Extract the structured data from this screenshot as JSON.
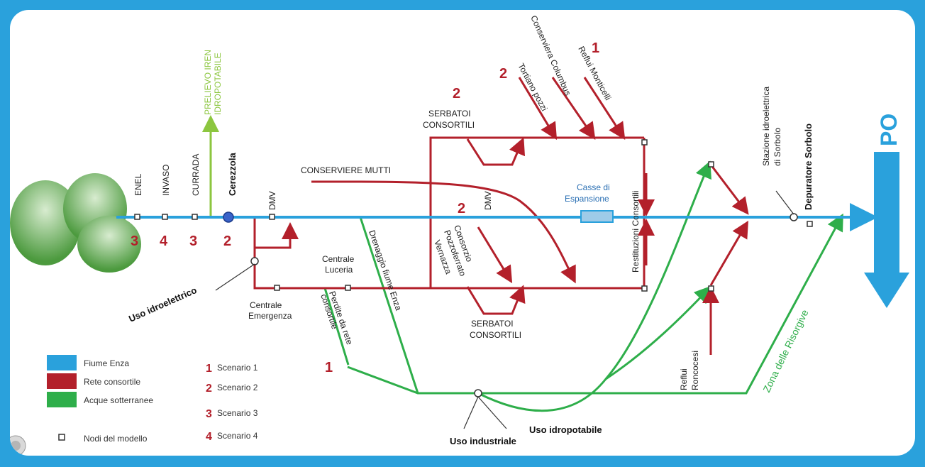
{
  "labels": {
    "prelievo": "PRELIEVO IREN IDROPOTABILE",
    "enel": "ENEL",
    "invaso": "INVASO",
    "currada": "CURRADA",
    "cerezzola": "Cerezzola",
    "dmv1": "DMV",
    "dmv2": "DMV",
    "uso_idroelettrico": "Uso idroelettrico",
    "centrale_emergenza_1": "Centrale",
    "centrale_emergenza_2": "Emergenza",
    "centrale_luceria_1": "Centrale",
    "centrale_luceria_2": "Luceria",
    "conserviere_mutti": "CONSERVIERE MUTTI",
    "serbatoi_top_1": "SERBATOI",
    "serbatoi_top_2": "CONSORTILI",
    "serbatoi_bot_1": "SERBATOI",
    "serbatoi_bot_2": "CONSORTILI",
    "drenaggio": "Drenaggio fiume Enza",
    "perdite_1": "Perdite da rete",
    "perdite_2": "consortile",
    "consorzio_1": "Consorzio",
    "consorzio_2": "Pozzoferrato",
    "consorzio_3": "Vernazza",
    "tortiano": "Tortiano pozzi",
    "conserviera_columbus": "Conserviera Columbus",
    "reflui_monticelli": "Reflui Monticelli",
    "casse_1": "Casse di",
    "casse_2": "Espansione",
    "restituzioni": "Restituzioni Consortili",
    "stazione_1": "Stazione idroelettrica",
    "stazione_2": "di Sorbolo",
    "depuratore": "Depuratore Sorbolo",
    "reflui_roncocesi_1": "Reflui",
    "reflui_roncocesi_2": "Roncocesi",
    "zona_risorgive": "Zona delle Risorgive",
    "uso_idropotabile": "Uso idropotabile",
    "uso_industriale": "Uso industriale",
    "po": "PO"
  },
  "scenario_numbers": {
    "enel": "3",
    "invaso": "4",
    "currada": "3",
    "cerezzola": "2",
    "serbatoi_top": "2",
    "tortiano": "2",
    "reflui_monticelli": "1",
    "dmv2": "2",
    "perdite": "1"
  },
  "legend": {
    "items": [
      {
        "label": "Fiume Enza",
        "color": "#2aa1dc"
      },
      {
        "label": "Rete consortile",
        "color": "#b3202b"
      },
      {
        "label": "Acque sotterranee",
        "color": "#2eae4a"
      },
      {
        "label": "Nodi del modello",
        "color": "#ffffff"
      }
    ],
    "scenarios": [
      {
        "num": "1",
        "label": "Scenario 1"
      },
      {
        "num": "2",
        "label": "Scenario 2"
      },
      {
        "num": "3",
        "label": "Scenario 3"
      },
      {
        "num": "4",
        "label": "Scenario 4"
      }
    ]
  },
  "colors": {
    "river": "#2aa1dc",
    "network": "#b3202b",
    "groundwater": "#2eae4a",
    "prelievo": "#8cc63f",
    "hills": "#5aa84a"
  }
}
